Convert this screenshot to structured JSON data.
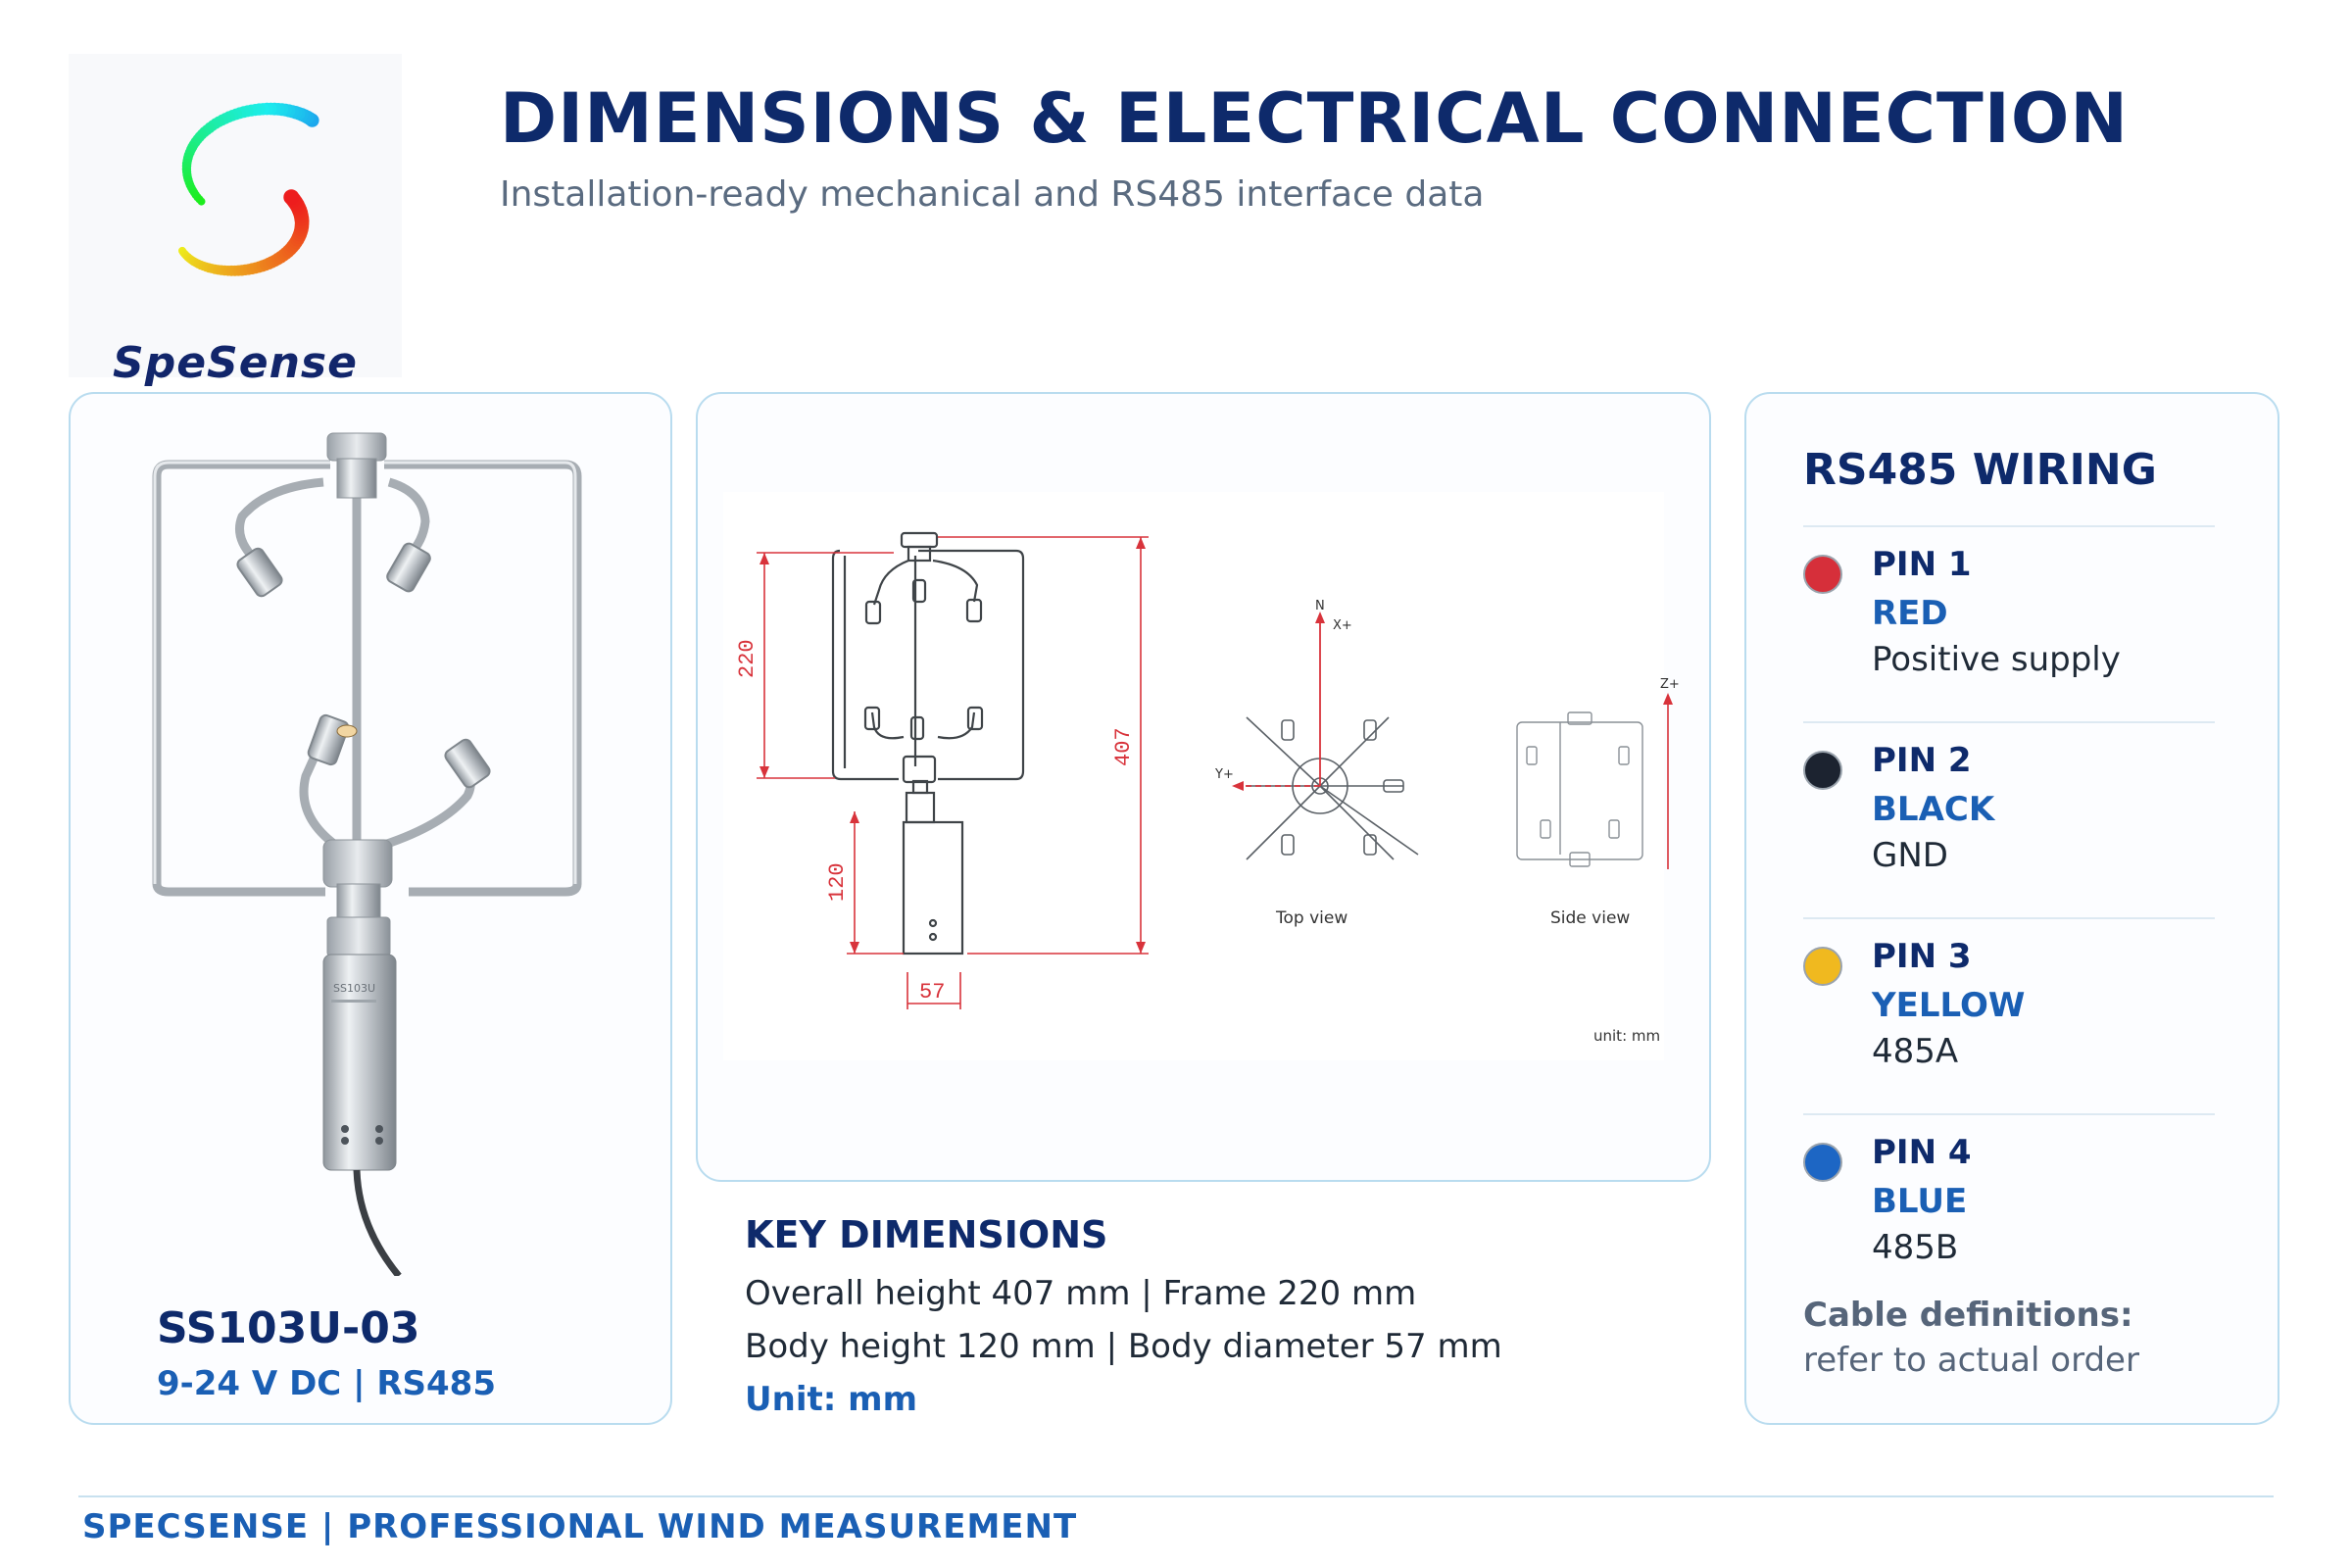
{
  "brand": {
    "logo_text": "SpeSense"
  },
  "header": {
    "title": "DIMENSIONS & ELECTRICAL CONNECTION",
    "subtitle": "Installation-ready mechanical and RS485 interface data"
  },
  "product": {
    "name": "SS103U-03",
    "spec": "9-24 V DC  |  RS485",
    "label_text": "SS103U"
  },
  "drawing": {
    "dim_frame": "220",
    "dim_overall": "407",
    "dim_body": "120",
    "dim_diameter": "57",
    "axis_n": "N",
    "axis_xplus": "X+",
    "axis_yplus": "Y+",
    "axis_zplus": "Z+",
    "top_view_label": "Top view",
    "side_view_label": "Side view",
    "unit_label": "unit: mm"
  },
  "key_dimensions": {
    "title": "KEY DIMENSIONS",
    "line1": "Overall height 407 mm  |  Frame 220 mm",
    "line2": "Body height 120 mm  |  Body diameter 57 mm",
    "unit": "Unit: mm"
  },
  "wiring": {
    "title": "RS485 WIRING",
    "pins": [
      {
        "num": "PIN 1",
        "color_name": "RED",
        "function": "Positive supply",
        "swatch": "#d62f3a"
      },
      {
        "num": "PIN 2",
        "color_name": "BLACK",
        "function": "GND",
        "swatch": "#1c2330"
      },
      {
        "num": "PIN 3",
        "color_name": "YELLOW",
        "function": "485A",
        "swatch": "#f0b91f"
      },
      {
        "num": "PIN 4",
        "color_name": "BLUE",
        "function": "485B",
        "swatch": "#1d66c4"
      }
    ],
    "cable_label": "Cable definitions:",
    "cable_note": "refer to actual order"
  },
  "footer": {
    "text": "SPECSENSE  |  PROFESSIONAL WIND MEASUREMENT"
  },
  "colors": {
    "navy": "#0e2a6b",
    "accent_blue": "#1a5fb4",
    "card_border": "#b9dcef"
  }
}
